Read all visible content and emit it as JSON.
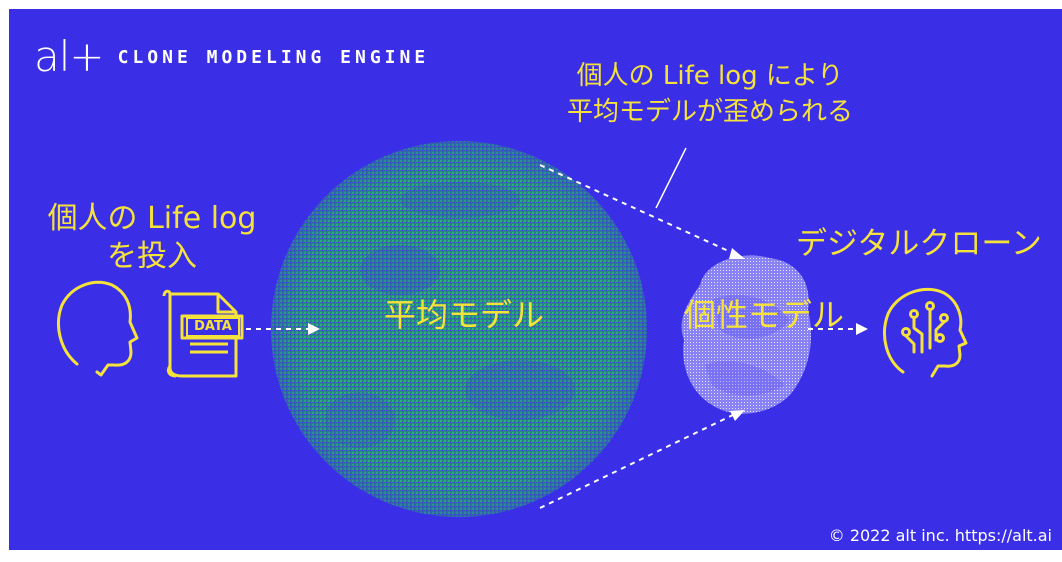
{
  "logo": {
    "mark": "al+",
    "title": "CLONE MODELING ENGINE"
  },
  "caption_top": {
    "line1": "個人の Life log により",
    "line2": "平均モデルが歪められる"
  },
  "caption_input": {
    "line1": "個人の Life log",
    "line2": "を投入"
  },
  "data_label": "DATA",
  "average_model_label": "平均モデル",
  "individual_model_label": "個性モデル",
  "output_label": "デジタルクローン",
  "copyright": "© 2022 alt inc.  https://alt.ai",
  "colors": {
    "background": "#3a2fe6",
    "accent_yellow": "#f5e23b",
    "sphere_green": "#1fb86a",
    "white": "#ffffff"
  },
  "icons": [
    "head-outline-icon",
    "document-scroll-icon",
    "ai-brain-head-icon"
  ]
}
